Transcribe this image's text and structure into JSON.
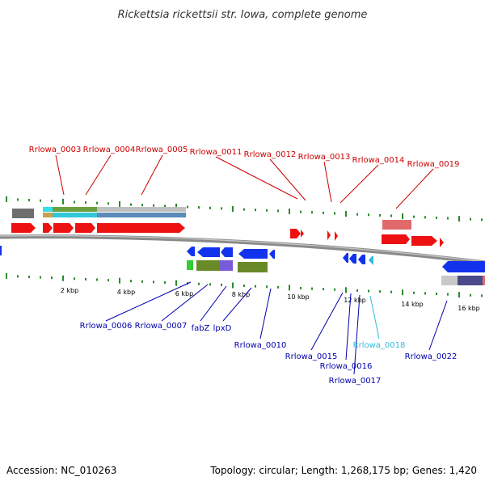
{
  "title": "Rickettsia rickettsii str. Iowa, complete genome",
  "footer": {
    "accession": "Accession: NC_010263",
    "topology": "Topology: circular; Length: 1,268,175 bp; Genes: 1,420"
  },
  "colors": {
    "forward_gene": "#ee1111",
    "reverse_gene": "#1133ee",
    "forward_label": "#cc0000",
    "reverse_label": "#0000aa",
    "highlight_label": "#33bbdd",
    "backbone": "#8a8a8a",
    "tick": "#2a8a2a"
  },
  "scale_labels": [
    "2 kbp",
    "4 kbp",
    "6 kbp",
    "8 kbp",
    "10 kbp",
    "12 kbp",
    "14 kbp",
    "16 kbp"
  ],
  "top_genes": [
    {
      "label": "Rrlowa_0003",
      "color": "#cc0000"
    },
    {
      "label": "Rrlowa_0004",
      "color": "#cc0000"
    },
    {
      "label": "Rrlowa_0005",
      "color": "#cc0000"
    },
    {
      "label": "Rrlowa_0011",
      "color": "#cc0000"
    },
    {
      "label": "Rrlowa_0012",
      "color": "#cc0000"
    },
    {
      "label": "Rrlowa_0013",
      "color": "#cc0000"
    },
    {
      "label": "Rrlowa_0014",
      "color": "#cc0000"
    },
    {
      "label": "Rrlowa_0019",
      "color": "#cc0000"
    }
  ],
  "bottom_genes": [
    {
      "label": "Rrlowa_0006",
      "color": "#0000aa"
    },
    {
      "label": "Rrlowa_0007",
      "color": "#0000aa"
    },
    {
      "label": "fabZ",
      "color": "#0000aa"
    },
    {
      "label": "lpxD",
      "color": "#0000aa"
    },
    {
      "label": "Rrlowa_0010",
      "color": "#0000aa"
    },
    {
      "label": "Rrlowa_0015",
      "color": "#0000aa"
    },
    {
      "label": "Rrlowa_0016",
      "color": "#0000aa"
    },
    {
      "label": "Rrlowa_0017",
      "color": "#0000aa"
    },
    {
      "label": "Rrlowa_0018",
      "color": "#33bbdd"
    },
    {
      "label": "Rrlowa_0022",
      "color": "#0000aa"
    }
  ]
}
